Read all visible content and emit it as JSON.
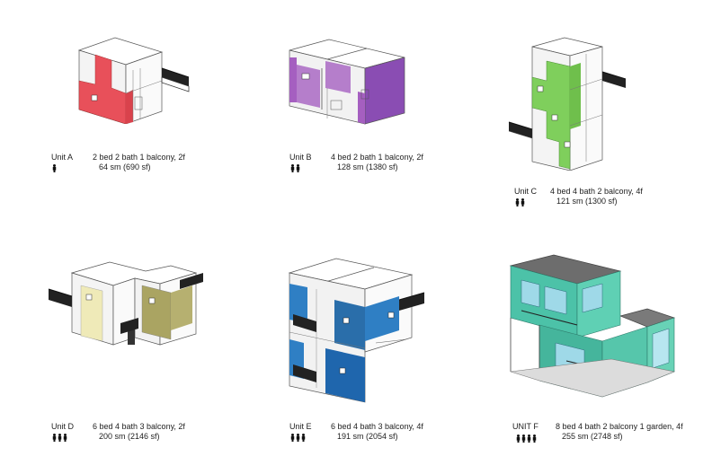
{
  "units": [
    {
      "name": "Unit A",
      "description": "2 bed 2 bath 1 balcony, 2f",
      "area": "64 sm (690 sf)",
      "occupants": 1,
      "color": "#e8505a"
    },
    {
      "name": "Unit B",
      "description": "4 bed 2 bath 1 balcony, 2f",
      "area": "128 sm (1380 sf)",
      "occupants": 2,
      "color": "#a55fc0"
    },
    {
      "name": "Unit C",
      "description": "4 bed 4 bath 2 balcony, 4f",
      "area": "121 sm (1300 sf)",
      "occupants": 2,
      "color": "#7fcf5c"
    },
    {
      "name": "Unit D",
      "description": "6 bed 4 bath 3 balcony, 2f",
      "area": "200 sm (2146 sf)",
      "occupants": 3,
      "color": "#e9e5b0"
    },
    {
      "name": "Unit E",
      "description": "6 bed 4 bath 3 balcony, 4f",
      "area": "191 sm (2054 sf)",
      "occupants": 3,
      "color": "#2f7fc4"
    },
    {
      "name": "UNIT F",
      "description": "8 bed 4 bath 2 balcony 1 garden, 4f",
      "area": "255 sm (2748 sf)",
      "occupants": 4,
      "color": "#4cc2a8"
    }
  ]
}
